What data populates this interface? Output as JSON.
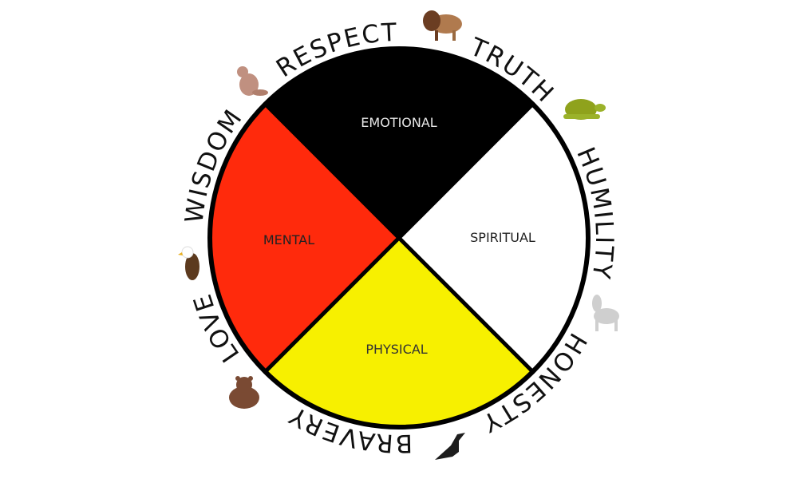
{
  "title": "Medicine Wheel",
  "colors": {
    "north": "#000000",
    "east": "#ffffff",
    "south": "#f7f000",
    "west": "#ff2a0c",
    "outline": "#000000"
  },
  "quadrants": {
    "top": "EMOTIONAL",
    "right": "SPIRITUAL",
    "bottom": "PHYSICAL",
    "left": "MENTAL"
  },
  "virtues": [
    {
      "word": "RESPECT",
      "animal": "buffalo-icon",
      "angle": -18
    },
    {
      "word": "TRUTH",
      "animal": "turtle-icon",
      "angle": 34
    },
    {
      "word": "HUMILITY",
      "animal": "wolf-icon",
      "angle": 83
    },
    {
      "word": "HONESTY",
      "animal": "raven-icon",
      "angle": 137
    },
    {
      "word": "BRAVERY",
      "animal": "bear-icon",
      "angle": 194
    },
    {
      "word": "LOVE",
      "animal": "eagle-icon",
      "angle": 244
    },
    {
      "word": "WISDOM",
      "animal": "beaver-icon",
      "angle": 291
    }
  ]
}
